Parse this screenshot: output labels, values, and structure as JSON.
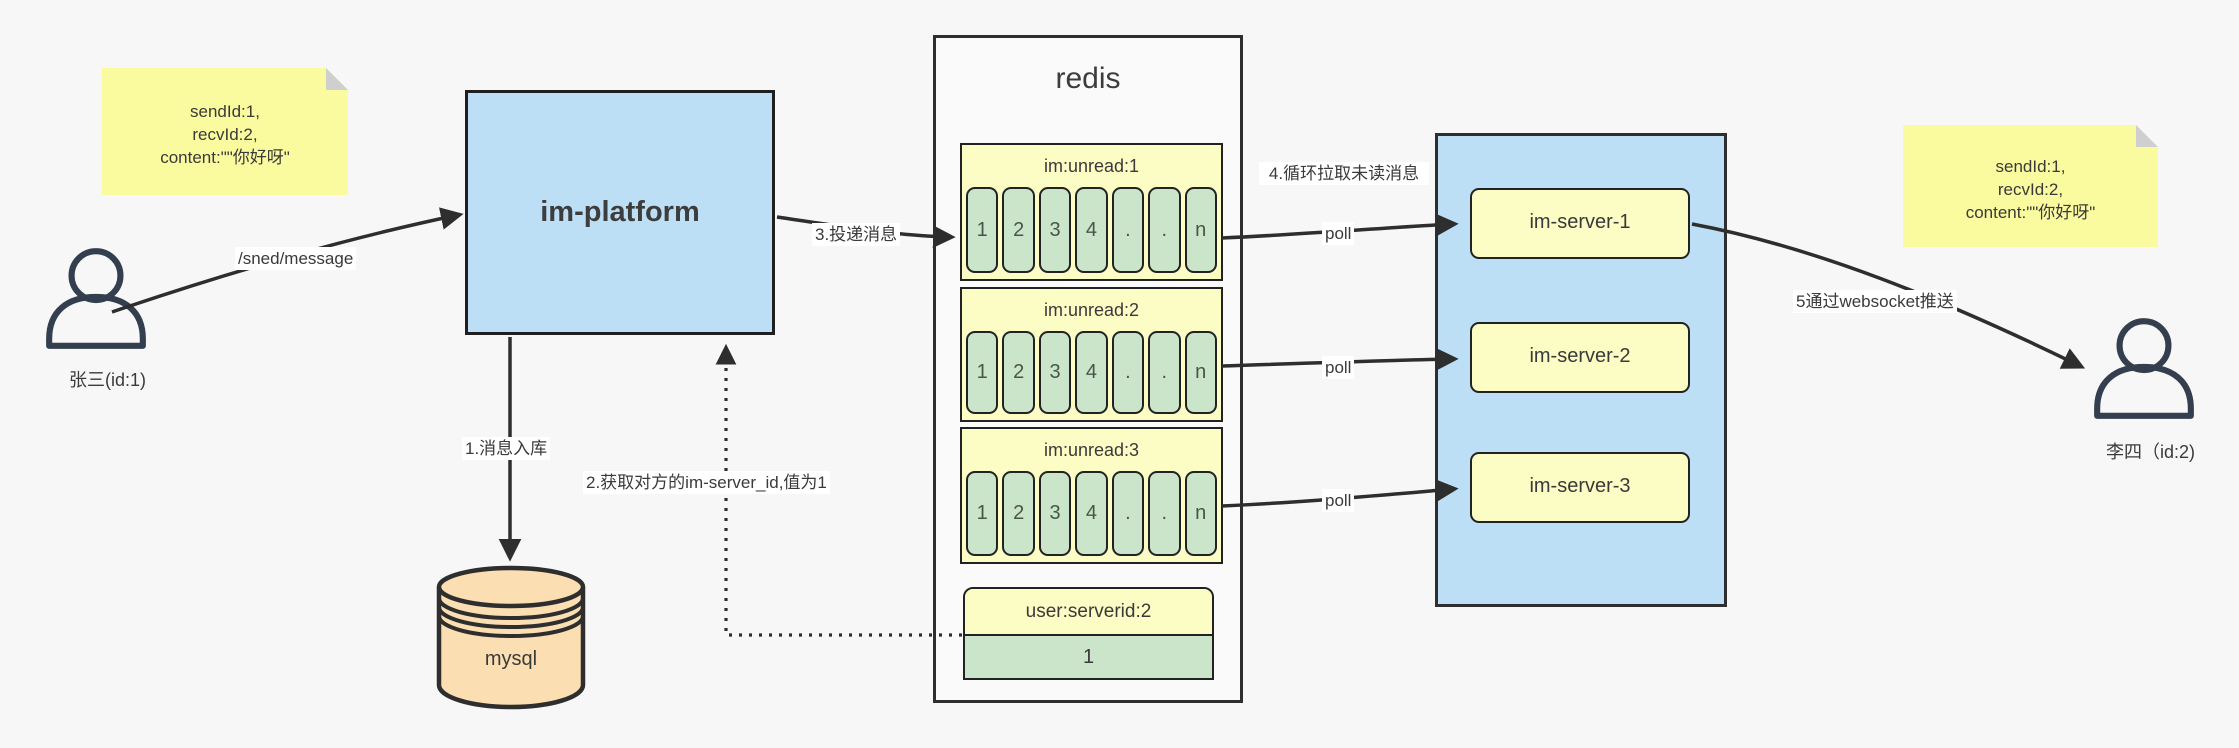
{
  "colors": {
    "bg": "#F7F7F7",
    "note-yellow": "#FAFA9E",
    "note-fold": "#CFCFCF",
    "box-blue": "#BDDFF6",
    "box-yellow": "#FCFCC5",
    "cell-green": "#CBE5CA",
    "db-tan": "#FBDFB2",
    "panel-bg": "#FAFAFA",
    "line-dark": "#2E2E2E",
    "text-dark": "#3A3A3A",
    "label-bg": "#FFFFFF",
    "actor-stroke": "#333F4E"
  },
  "sticky_left": {
    "line1": "sendId:1,",
    "line2": "recvId:2,",
    "line3": "content:\"\"你好呀\""
  },
  "sticky_right": {
    "line1": "sendId:1,",
    "line2": "recvId:2,",
    "line3": "content:\"\"你好呀\""
  },
  "sender": {
    "name": "张三(id:1)"
  },
  "receiver": {
    "name": "李四（id:2)"
  },
  "platform": {
    "label": "im-platform"
  },
  "database": {
    "label": "mysql"
  },
  "redis": {
    "title": "redis",
    "queues": [
      {
        "header": "im:unread:1",
        "cells": [
          "1",
          "2",
          "3",
          "4",
          ".",
          ".",
          "n"
        ]
      },
      {
        "header": "im:unread:2",
        "cells": [
          "1",
          "2",
          "3",
          "4",
          ".",
          ".",
          "n"
        ]
      },
      {
        "header": "im:unread:3",
        "cells": [
          "1",
          "2",
          "3",
          "4",
          ".",
          ".",
          "n"
        ]
      }
    ],
    "kv": {
      "header": "user:serverid:2",
      "value": "1"
    }
  },
  "cluster": {
    "servers": [
      {
        "label": "im-server-1"
      },
      {
        "label": "im-server-2"
      },
      {
        "label": "im-server-3"
      }
    ]
  },
  "edges": {
    "send_label": "/sned/message",
    "store_label": "1.消息入库",
    "lookup_label": "2.获取对方的im-server_id,值为1",
    "deliver_label": "3.投递消息",
    "pull_label": "4.循环拉取未读消息",
    "poll1_label": "poll",
    "poll2_label": "poll",
    "poll3_label": "poll",
    "push_label": "5通过websocket推送"
  }
}
